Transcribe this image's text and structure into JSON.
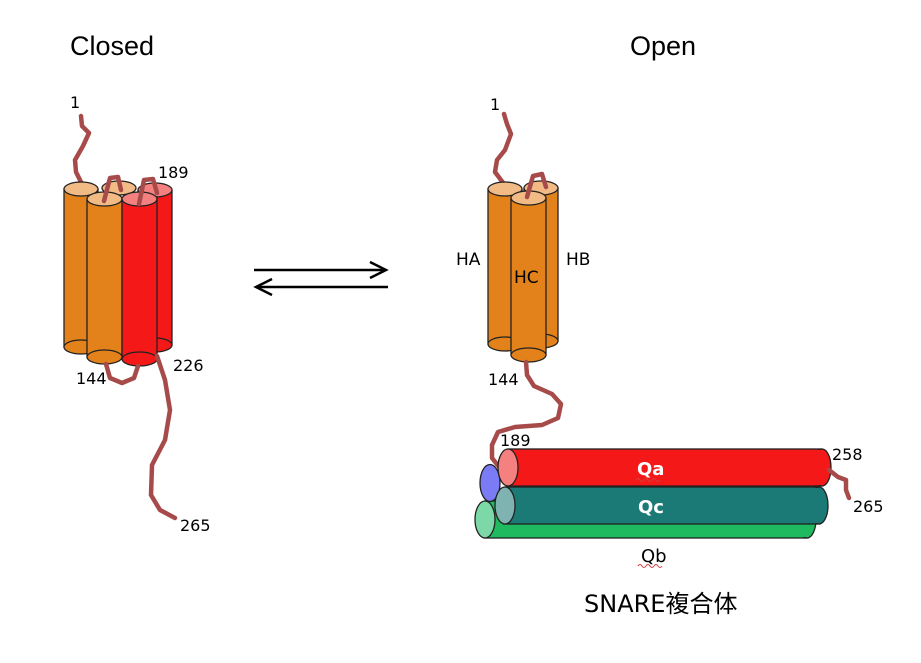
{
  "closed": {
    "title": "Closed",
    "labels": {
      "n_term": "1",
      "res189": "189",
      "res144": "144",
      "res226": "226",
      "c_term": "265"
    }
  },
  "open": {
    "title": "Open",
    "labels": {
      "n_term": "1",
      "res144": "144",
      "res189": "189",
      "res258": "258",
      "c_term": "265"
    },
    "helices": {
      "ha": "HA",
      "hb": "HB",
      "hc": "HC"
    }
  },
  "snare": {
    "qa": "Qa",
    "qc": "Qc",
    "qb": "Qb",
    "caption": "SNARE複合体"
  },
  "colors": {
    "habc_orange": "#e3821a",
    "habc_top": "#f2bb86",
    "h3_red": "#f51818",
    "h3_top": "#f58080",
    "qc_teal": "#1b7a76",
    "qb_green": "#1fba5f",
    "blue": "#7b7bf5",
    "chain": "#a74a4a"
  }
}
